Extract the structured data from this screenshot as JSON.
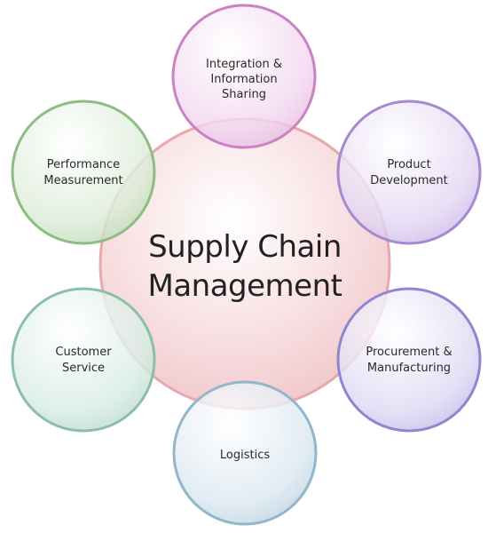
{
  "center": {
    "line1": "Supply Chain",
    "line2": "Management",
    "fill": "#f7d4d6",
    "stroke": "#e3a7ab"
  },
  "nodes": {
    "integration": {
      "line1": "Integration &",
      "line2": "Information",
      "line3": "Sharing",
      "fill": "#f2d7f0",
      "stroke": "#c77fc1"
    },
    "product": {
      "line1": "Product",
      "line2": "Development",
      "fill": "#e4d7f3",
      "stroke": "#a58ad0"
    },
    "procurement": {
      "line1": "Procurement &",
      "line2": "Manufacturing",
      "fill": "#dfdaf4",
      "stroke": "#8f86cf"
    },
    "logistics": {
      "line1": "Logistics",
      "fill": "#dbe8f1",
      "stroke": "#8fb2c8"
    },
    "customer": {
      "line1": "Customer",
      "line2": "Service",
      "fill": "#d7ece4",
      "stroke": "#89bea7"
    },
    "performance": {
      "line1": "Performance",
      "line2": "Measurement",
      "fill": "#dcecd8",
      "stroke": "#8cbc82"
    }
  }
}
